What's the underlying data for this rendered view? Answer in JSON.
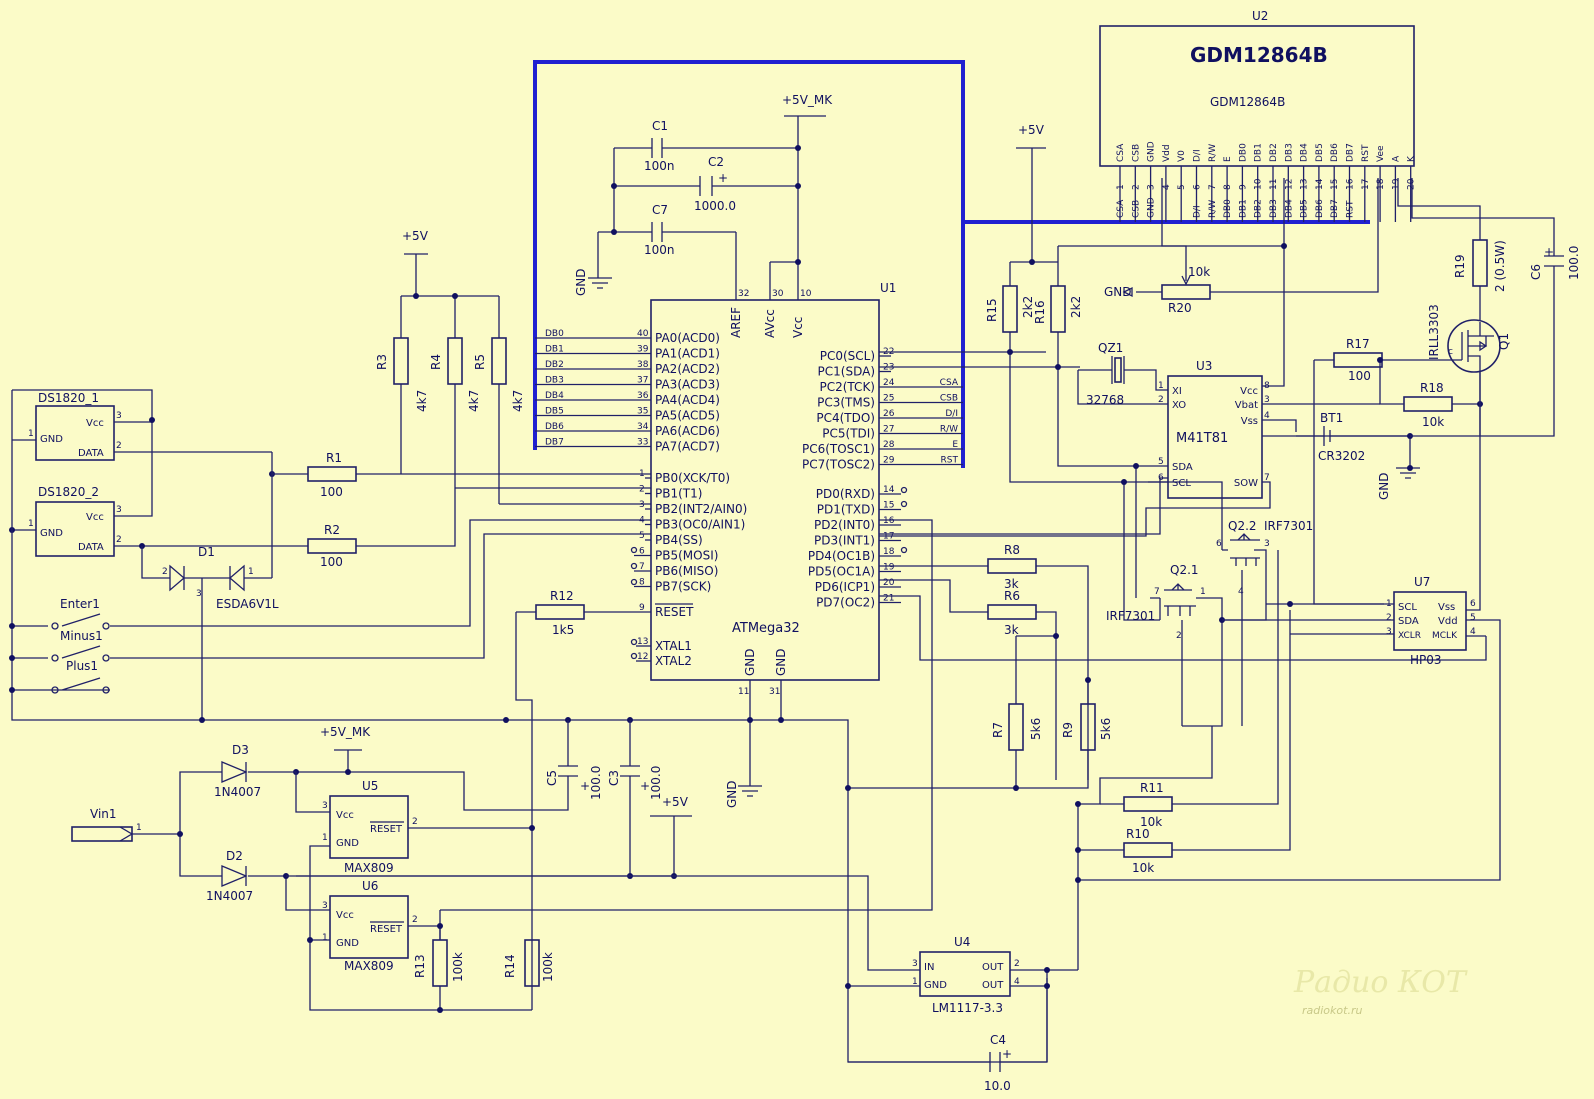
{
  "components": {
    "u2": {
      "ref": "U2",
      "name": "GDM12864B",
      "sub": "GDM12864B",
      "pins": [
        "CSA",
        "CSB",
        "GND",
        "Vdd",
        "V0",
        "D/I",
        "R/W",
        "E",
        "DB0",
        "DB1",
        "DB2",
        "DB3",
        "DB4",
        "DB5",
        "DB6",
        "DB7",
        "RST",
        "Vee",
        "A",
        "K"
      ],
      "nums": [
        "1",
        "2",
        "3",
        "4",
        "5",
        "6",
        "7",
        "8",
        "9",
        "10",
        "11",
        "12",
        "13",
        "14",
        "15",
        "16",
        "17",
        "18",
        "19",
        "20"
      ],
      "nets": [
        "CSA",
        "CSB",
        "GND",
        "",
        "D/I",
        "R/W",
        "DB0",
        "DB1",
        "DB2",
        "DB3",
        "DB4",
        "DB5",
        "DB6",
        "DB7",
        "RST"
      ]
    },
    "u1": {
      "ref": "U1",
      "name": "ATMega32",
      "top_pins": [
        "AREF",
        "AVcc",
        "Vcc"
      ],
      "top_nums": [
        "32",
        "30",
        "10"
      ],
      "bot_pins": [
        "GND",
        "GND"
      ],
      "bot_nums": [
        "11",
        "31"
      ],
      "left_a": [
        "PA0(ACD0)",
        "PA1(ACD1)",
        "PA2(ACD2)",
        "PA3(ACD3)",
        "PA4(ACD4)",
        "PA5(ACD5)",
        "PA6(ACD6)",
        "PA7(ACD7)"
      ],
      "left_a_nums": [
        "40",
        "39",
        "38",
        "37",
        "36",
        "35",
        "34",
        "33"
      ],
      "db": [
        "DB0",
        "DB1",
        "DB2",
        "DB3",
        "DB4",
        "DB5",
        "DB6",
        "DB7"
      ],
      "left_b": [
        "PB0(XCK/T0)",
        "PB1(T1)",
        "PB2(INT2/AIN0)",
        "PB3(OC0/AIN1)",
        "PB4(SS)",
        "PB5(MOSI)",
        "PB6(MISO)",
        "PB7(SCK)"
      ],
      "left_b_nums": [
        "1",
        "2",
        "3",
        "4",
        "5",
        "6",
        "7",
        "8"
      ],
      "reset": "RESET",
      "reset_num": "9",
      "xtal": [
        "XTAL1",
        "XTAL2"
      ],
      "xtal_nums": [
        "13",
        "12"
      ],
      "right_c": [
        "PC0(SCL)",
        "PC1(SDA)",
        "PC2(TCK)",
        "PC3(TMS)",
        "PC4(TDO)",
        "PC5(TDI)",
        "PC6(TOSC1)",
        "PC7(TOSC2)"
      ],
      "right_c_nums": [
        "22",
        "23",
        "24",
        "25",
        "26",
        "27",
        "28",
        "29"
      ],
      "right_c_nets": [
        "",
        "",
        "CSA",
        "CSB",
        "D/I",
        "R/W",
        "E",
        "RST"
      ],
      "right_d": [
        "PD0(RXD)",
        "PD1(TXD)",
        "PD2(INT0)",
        "PD3(INT1)",
        "PD4(OC1B)",
        "PD5(OC1A)",
        "PD6(ICP1)",
        "PD7(OC2)"
      ],
      "right_d_nums": [
        "14",
        "15",
        "16",
        "17",
        "18",
        "19",
        "20",
        "21"
      ]
    },
    "u3": {
      "ref": "U3",
      "name": "M41T81",
      "pins_l": [
        "XI",
        "XO",
        "SDA",
        "SCL"
      ],
      "nums_l": [
        "1",
        "2",
        "5",
        "6"
      ],
      "pins_r": [
        "Vcc",
        "Vbat",
        "Vss",
        "SOW"
      ],
      "nums_r": [
        "8",
        "3",
        "4",
        "7"
      ]
    },
    "u4": {
      "ref": "U4",
      "name": "LM1117-3.3",
      "pins_l": [
        "IN",
        "GND"
      ],
      "nums_l": [
        "3",
        "1"
      ],
      "pins_r": [
        "OUT",
        "OUT"
      ],
      "nums_r": [
        "2",
        "4"
      ]
    },
    "u5": {
      "ref": "U5",
      "name": "MAX809",
      "pins": [
        "Vcc",
        "GND",
        "RESET"
      ],
      "nums": [
        "3",
        "1",
        "2"
      ]
    },
    "u6": {
      "ref": "U6",
      "name": "MAX809",
      "pins": [
        "Vcc",
        "GND",
        "RESET"
      ],
      "nums": [
        "3",
        "1",
        "2"
      ]
    },
    "u7": {
      "ref": "U7",
      "name": "HP03",
      "pins_l": [
        "SCL",
        "SDA",
        "XCLR"
      ],
      "nums_l": [
        "1",
        "2",
        "3"
      ],
      "pins_r": [
        "Vss",
        "Vdd",
        "MCLK"
      ],
      "nums_r": [
        "6",
        "5",
        "4"
      ]
    },
    "ds1": {
      "ref": "DS1820_1",
      "pins": [
        "Vcc",
        "GND",
        "DATA"
      ],
      "nums": [
        "3",
        "1",
        "2"
      ]
    },
    "ds2": {
      "ref": "DS1820_2",
      "pins": [
        "Vcc",
        "GND",
        "DATA"
      ],
      "nums": [
        "3",
        "1",
        "2"
      ]
    },
    "d1": {
      "ref": "D1",
      "name": "ESDA6V1L",
      "nums": [
        "2",
        "1",
        "3"
      ]
    },
    "d2": {
      "ref": "D2",
      "name": "1N4007"
    },
    "d3": {
      "ref": "D3",
      "name": "1N4007"
    },
    "q1": {
      "ref": "Q1",
      "name": "IRLL3303"
    },
    "q21": {
      "ref": "Q2.1",
      "name": "IRF7301",
      "nums": [
        "7",
        "1",
        "2"
      ]
    },
    "q22": {
      "ref": "Q2.2",
      "name": "IRF7301",
      "nums": [
        "6",
        "3",
        "4"
      ]
    },
    "qz1": {
      "ref": "QZ1",
      "name": "32768"
    },
    "bt1": {
      "ref": "BT1",
      "name": "CR3202"
    },
    "vin": {
      "ref": "Vin1",
      "num": "1"
    },
    "sw": [
      {
        "ref": "Enter1"
      },
      {
        "ref": "Minus1"
      },
      {
        "ref": "Plus1"
      }
    ]
  },
  "resistors": [
    {
      "ref": "R1",
      "value": "100"
    },
    {
      "ref": "R2",
      "value": "100"
    },
    {
      "ref": "R3",
      "value": "4k7"
    },
    {
      "ref": "R4",
      "value": "4k7"
    },
    {
      "ref": "R5",
      "value": "4k7"
    },
    {
      "ref": "R6",
      "value": "3k"
    },
    {
      "ref": "R7",
      "value": "5k6"
    },
    {
      "ref": "R8",
      "value": "3k"
    },
    {
      "ref": "R9",
      "value": "5k6"
    },
    {
      "ref": "R10",
      "value": "10k"
    },
    {
      "ref": "R11",
      "value": "10k"
    },
    {
      "ref": "R12",
      "value": "1k5"
    },
    {
      "ref": "R13",
      "value": "100k"
    },
    {
      "ref": "R14",
      "value": "100k"
    },
    {
      "ref": "R15",
      "value": "2k2"
    },
    {
      "ref": "R16",
      "value": "2k2"
    },
    {
      "ref": "R17",
      "value": "100"
    },
    {
      "ref": "R18",
      "value": "10k"
    },
    {
      "ref": "R19",
      "value": "2 (0.5W)"
    },
    {
      "ref": "R20",
      "value": "10k"
    }
  ],
  "capacitors": [
    {
      "ref": "C1",
      "value": "100n"
    },
    {
      "ref": "C2",
      "value": "1000.0"
    },
    {
      "ref": "C3",
      "value": "100.0"
    },
    {
      "ref": "C4",
      "value": "10.0"
    },
    {
      "ref": "C5",
      "value": "100.0"
    },
    {
      "ref": "C6",
      "value": "100.0"
    },
    {
      "ref": "C7",
      "value": "100n"
    }
  ],
  "power": {
    "v5": "+5V",
    "v5mk": "+5V_MK",
    "gnd": "GND",
    "plus": "+"
  },
  "watermark": {
    "logo": "Радио КОТ",
    "site": "radiokot.ru"
  },
  "colors": {
    "background": "#fbfbc8",
    "ink": "#202068",
    "bus": "#2020d0"
  }
}
